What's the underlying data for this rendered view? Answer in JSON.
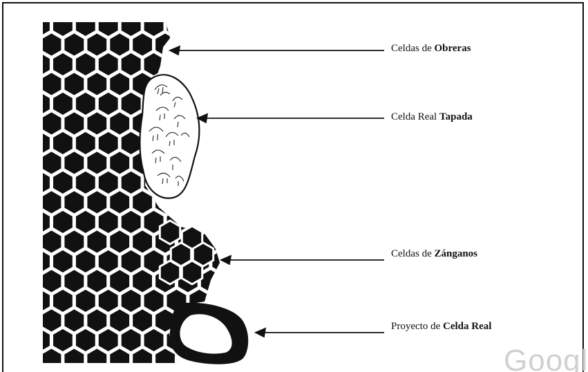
{
  "labels": [
    {
      "id": "worker-cells",
      "plain": "Celdas de ",
      "bold": "Obreras"
    },
    {
      "id": "capped-queen-cell",
      "plain": "Celda Real ",
      "bold": "Tapada"
    },
    {
      "id": "drone-cells",
      "plain": "Celdas de ",
      "bold": "Zánganos"
    },
    {
      "id": "queen-cell-cup",
      "plain": "Proyecto de ",
      "bold": "Celda Real"
    }
  ],
  "watermark": "Google",
  "colors": {
    "ink": "#111111",
    "paper": "#ffffff",
    "watermark": "#d0d0d0"
  }
}
